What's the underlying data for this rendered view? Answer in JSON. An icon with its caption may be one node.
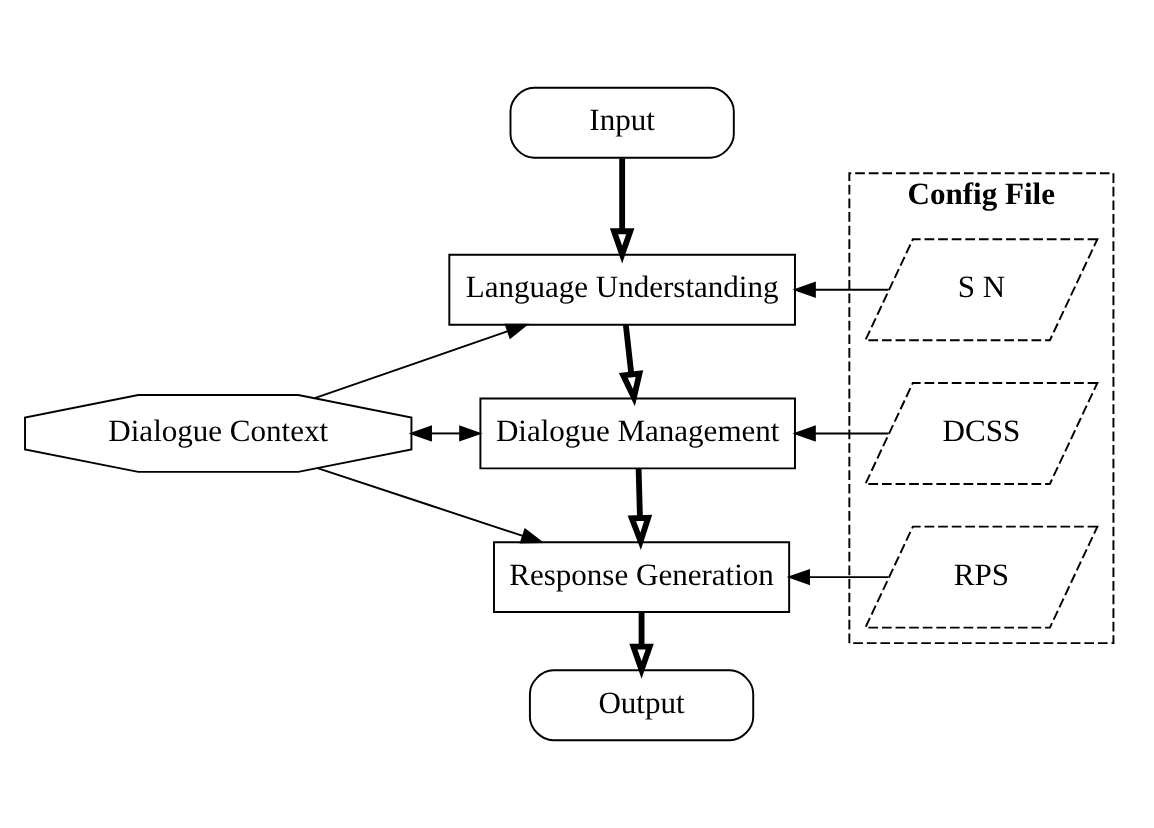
{
  "diagram": {
    "nodes": [
      {
        "text": [
          "Input"
        ]
      },
      {
        "text": [
          "Language Understanding"
        ]
      },
      {
        "text": [
          "Dialogue Management"
        ]
      },
      {
        "text": [
          "Response Generation"
        ]
      },
      {
        "text": [
          "Output"
        ]
      },
      {
        "text": [
          "Dialogue Context"
        ]
      },
      {
        "text": [
          "Config File"
        ]
      },
      {
        "text": [
          "S N"
        ],
        "in": 6
      },
      {
        "text": [
          "DCSS"
        ],
        "in": 6
      },
      {
        "text": [
          "RPS"
        ],
        "in": 6
      }
    ],
    "edges": [
      {
        "from": 0,
        "to": 1,
        "arrow": "to",
        "style": "thick"
      },
      {
        "from": 1,
        "to": 2,
        "arrow": "to",
        "style": "thick"
      },
      {
        "from": 2,
        "to": 3,
        "arrow": "to",
        "style": "thick"
      },
      {
        "from": 3,
        "to": 4,
        "arrow": "to",
        "style": "thick"
      },
      {
        "from": 5,
        "to": 1,
        "arrow": "to"
      },
      {
        "from": 5,
        "to": 2,
        "arrow": "both"
      },
      {
        "from": 5,
        "to": 3,
        "arrow": "to"
      },
      {
        "from": 7,
        "to": 1,
        "arrow": "to"
      },
      {
        "from": 8,
        "to": 2,
        "arrow": "to"
      },
      {
        "from": 9,
        "to": 3,
        "arrow": "to"
      }
    ]
  }
}
